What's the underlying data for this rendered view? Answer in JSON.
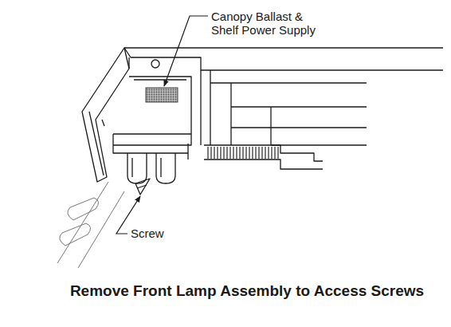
{
  "diagram": {
    "caption": "Remove Front Lamp Assembly to Access Screws",
    "labels": [
      "Canopy Ballast & Shelf Power Supply",
      "Screw"
    ]
  }
}
